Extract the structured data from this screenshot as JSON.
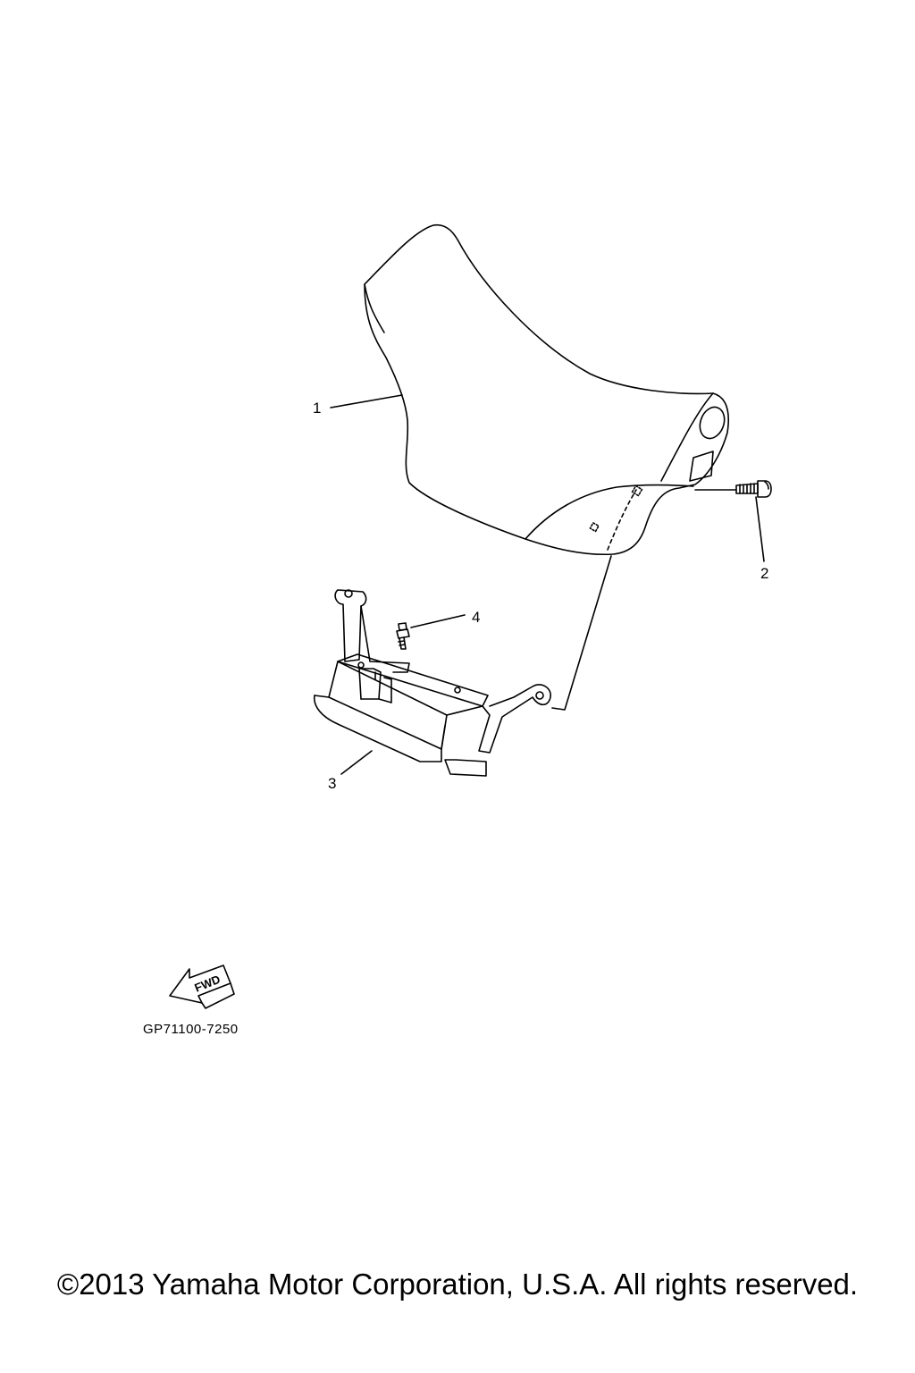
{
  "diagram": {
    "callouts": [
      {
        "id": "1",
        "label": "1"
      },
      {
        "id": "2",
        "label": "2"
      },
      {
        "id": "3",
        "label": "3"
      },
      {
        "id": "4",
        "label": "4"
      }
    ],
    "fwd_label": "FWD",
    "reference_code": "GP71100-7250"
  },
  "footer": {
    "copyright": "©2013 Yamaha Motor Corporation, U.S.A. All rights reserved."
  }
}
